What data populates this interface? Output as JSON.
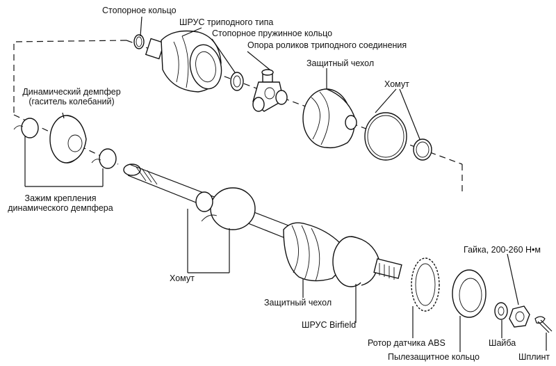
{
  "labels": {
    "stop_ring": "Стопорное кольцо",
    "tripod_cv_joint": "ШРУС триподного типа",
    "stop_spring_ring": "Стопорное пружинное кольцо",
    "tripod_roller_support": "Опора роликов триподного соединения",
    "boot_top": "Защитный чехол",
    "clamp_top": "Хомут",
    "dynamic_damper_line1": "Динамический демпфер",
    "dynamic_damper_line2": "(гаситель колебаний)",
    "damper_clamp_line1": "Зажим крепления",
    "damper_clamp_line2": "динамического демпфера",
    "clamp_bottom": "Хомут",
    "boot_bottom": "Защитный чехол",
    "birfield_joint": "ШРУС Birfield",
    "abs_rotor": "Ротор датчика ABS",
    "nut": "Гайка, 200-260 Н•м",
    "washer": "Шайба",
    "cotter_pin": "Шплинт",
    "dust_ring": "Пылезащитное кольцо"
  }
}
